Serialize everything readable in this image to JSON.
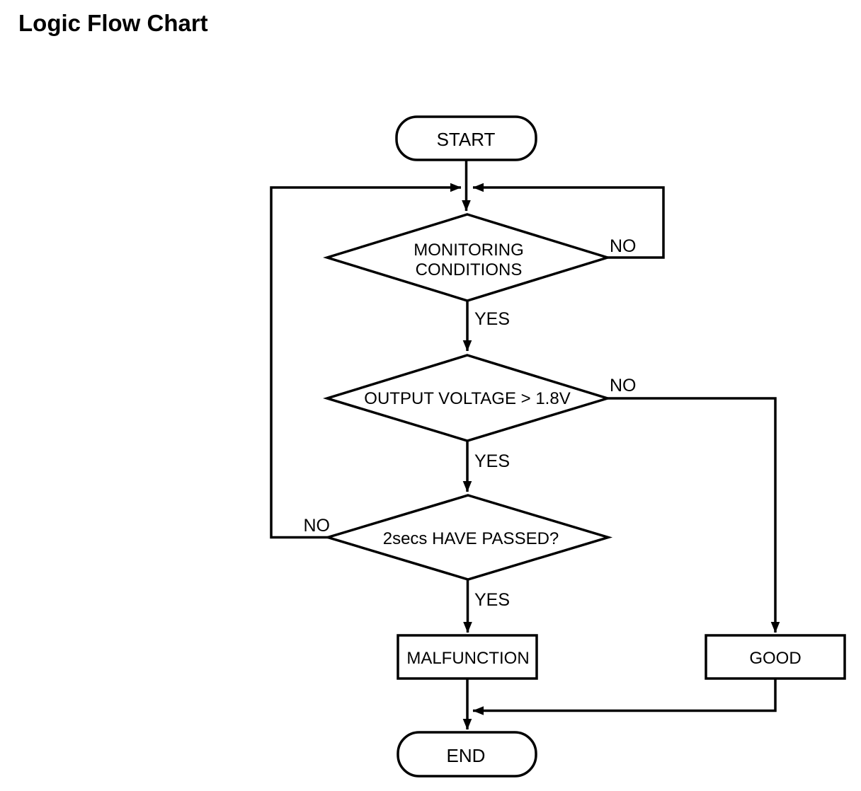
{
  "page": {
    "title": "Logic Flow Chart"
  },
  "diagram": {
    "type": "flowchart",
    "colors": {
      "line": "#000000",
      "background": "#ffffff",
      "text": "#000000"
    },
    "nodes": {
      "start": {
        "shape": "terminator",
        "label": "START"
      },
      "monitoring": {
        "shape": "decision",
        "label_lines": [
          "MONITORING",
          "CONDITIONS"
        ]
      },
      "voltage": {
        "shape": "decision",
        "label": "OUTPUT VOLTAGE > 1.8V"
      },
      "timer": {
        "shape": "decision",
        "label": "2secs HAVE PASSED?"
      },
      "malfunction": {
        "shape": "process",
        "label": "MALFUNCTION"
      },
      "good": {
        "shape": "process",
        "label": "GOOD"
      },
      "end": {
        "shape": "terminator",
        "label": "END"
      }
    },
    "edge_labels": {
      "monitoring_yes": "YES",
      "monitoring_no": "NO",
      "voltage_yes": "YES",
      "voltage_no": "NO",
      "timer_yes": "YES",
      "timer_no": "NO"
    },
    "edges": [
      {
        "from": "start",
        "to": "monitoring",
        "label": ""
      },
      {
        "from": "monitoring",
        "to": "voltage",
        "label": "YES"
      },
      {
        "from": "monitoring",
        "to": "loop-junction",
        "label": "NO",
        "via": "right-loop"
      },
      {
        "from": "voltage",
        "to": "timer",
        "label": "YES"
      },
      {
        "from": "voltage",
        "to": "good",
        "label": "NO"
      },
      {
        "from": "timer",
        "to": "malfunction",
        "label": "YES"
      },
      {
        "from": "timer",
        "to": "loop-junction",
        "label": "NO",
        "via": "left-loop"
      },
      {
        "from": "malfunction",
        "to": "end",
        "label": ""
      },
      {
        "from": "good",
        "to": "end",
        "label": ""
      }
    ]
  }
}
